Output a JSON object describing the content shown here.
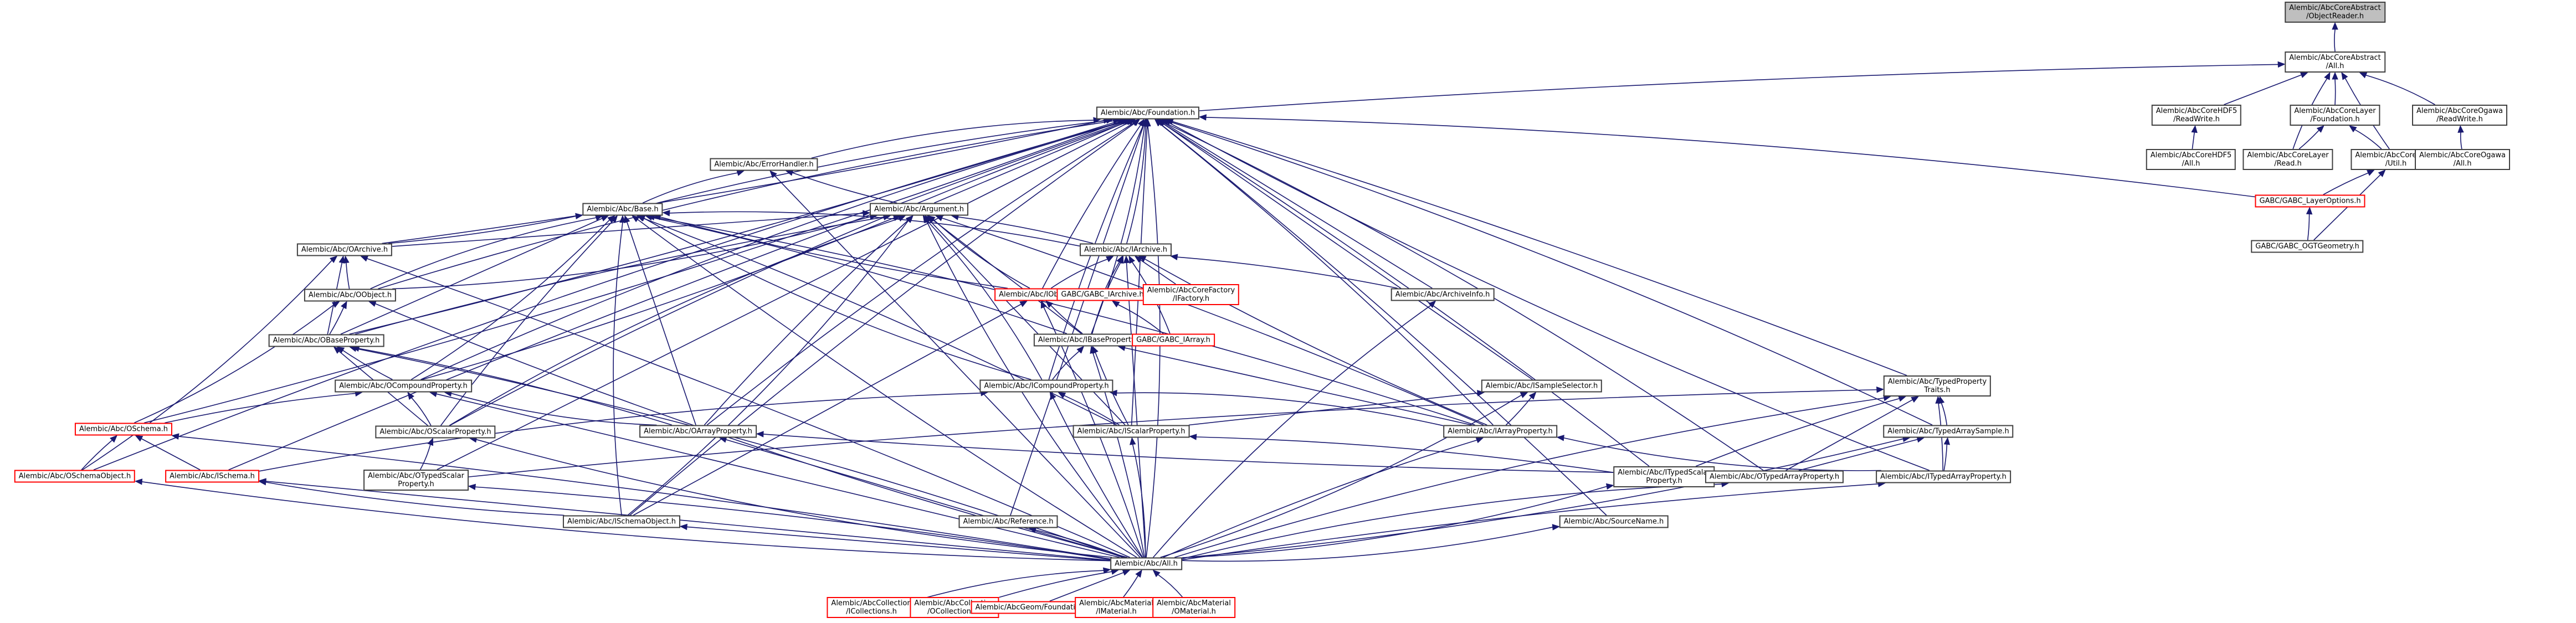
{
  "diagram": {
    "type": "include-dependency-graph",
    "root": "object_reader",
    "colors": {
      "edge": "#191970",
      "node_border": "#404040",
      "red_border": "#ff0000",
      "root_fill": "#bfbfbf"
    },
    "nodes": [
      {
        "id": "object_reader",
        "label": "Alembic/AbcCoreAbstract\n/ObjectReader.h",
        "style": "root"
      },
      {
        "id": "core_abstract_all",
        "label": "Alembic/AbcCoreAbstract\n/All.h",
        "style": "normal"
      },
      {
        "id": "abc_foundation",
        "label": "Alembic/Abc/Foundation.h",
        "style": "normal"
      },
      {
        "id": "hdf5_readwrite",
        "label": "Alembic/AbcCoreHDF5\n/ReadWrite.h",
        "style": "normal"
      },
      {
        "id": "layer_foundation",
        "label": "Alembic/AbcCoreLayer\n/Foundation.h",
        "style": "normal"
      },
      {
        "id": "ogawa_readwrite",
        "label": "Alembic/AbcCoreOgawa\n/ReadWrite.h",
        "style": "normal"
      },
      {
        "id": "hdf5_all",
        "label": "Alembic/AbcCoreHDF5\n/All.h",
        "style": "normal"
      },
      {
        "id": "layer_read",
        "label": "Alembic/AbcCoreLayer\n/Read.h",
        "style": "normal"
      },
      {
        "id": "layer_util",
        "label": "Alembic/AbcCoreLayer\n/Util.h",
        "style": "normal"
      },
      {
        "id": "ogawa_all",
        "label": "Alembic/AbcCoreOgawa\n/All.h",
        "style": "normal"
      },
      {
        "id": "gabc_layeroptions",
        "label": "GABC/GABC_LayerOptions.h",
        "style": "red"
      },
      {
        "id": "gabc_ogtgeometry",
        "label": "GABC/GABC_OGTGeometry.h",
        "style": "normal"
      },
      {
        "id": "error_handler",
        "label": "Alembic/Abc/ErrorHandler.h",
        "style": "normal"
      },
      {
        "id": "base",
        "label": "Alembic/Abc/Base.h",
        "style": "normal"
      },
      {
        "id": "argument",
        "label": "Alembic/Abc/Argument.h",
        "style": "normal"
      },
      {
        "id": "oarchive",
        "label": "Alembic/Abc/OArchive.h",
        "style": "normal"
      },
      {
        "id": "iarchive",
        "label": "Alembic/Abc/IArchive.h",
        "style": "normal"
      },
      {
        "id": "oobject",
        "label": "Alembic/Abc/OObject.h",
        "style": "normal"
      },
      {
        "id": "iobject",
        "label": "Alembic/Abc/IObject.h",
        "style": "red"
      },
      {
        "id": "gabc_iarchive",
        "label": "GABC/GABC_IArchive.h",
        "style": "red"
      },
      {
        "id": "ifactory",
        "label": "Alembic/AbcCoreFactory\n/IFactory.h",
        "style": "red"
      },
      {
        "id": "archive_info",
        "label": "Alembic/Abc/ArchiveInfo.h",
        "style": "normal"
      },
      {
        "id": "obase_property",
        "label": "Alembic/Abc/OBaseProperty.h",
        "style": "normal"
      },
      {
        "id": "ibase_property",
        "label": "Alembic/Abc/IBaseProperty.h",
        "style": "normal"
      },
      {
        "id": "gabc_iarray",
        "label": "GABC/GABC_IArray.h",
        "style": "red"
      },
      {
        "id": "ocompound_property",
        "label": "Alembic/Abc/OCompoundProperty.h",
        "style": "normal"
      },
      {
        "id": "icompound_property",
        "label": "Alembic/Abc/ICompoundProperty.h",
        "style": "normal"
      },
      {
        "id": "isample_selector",
        "label": "Alembic/Abc/ISampleSelector.h",
        "style": "normal"
      },
      {
        "id": "typed_property_traits",
        "label": "Alembic/Abc/TypedProperty\nTraits.h",
        "style": "normal"
      },
      {
        "id": "oschema",
        "label": "Alembic/Abc/OSchema.h",
        "style": "red"
      },
      {
        "id": "oscalar_property",
        "label": "Alembic/Abc/OScalarProperty.h",
        "style": "normal"
      },
      {
        "id": "oarray_property",
        "label": "Alembic/Abc/OArrayProperty.h",
        "style": "normal"
      },
      {
        "id": "iscalar_property",
        "label": "Alembic/Abc/IScalarProperty.h",
        "style": "normal"
      },
      {
        "id": "iarray_property",
        "label": "Alembic/Abc/IArrayProperty.h",
        "style": "normal"
      },
      {
        "id": "typed_array_sample",
        "label": "Alembic/Abc/TypedArraySample.h",
        "style": "normal"
      },
      {
        "id": "oschema_object",
        "label": "Alembic/Abc/OSchemaObject.h",
        "style": "red"
      },
      {
        "id": "ischema",
        "label": "Alembic/Abc/ISchema.h",
        "style": "red"
      },
      {
        "id": "otyped_scalar_property",
        "label": "Alembic/Abc/OTypedScalar\nProperty.h",
        "style": "normal"
      },
      {
        "id": "ityped_scalar_property",
        "label": "Alembic/Abc/ITypedScalar\nProperty.h",
        "style": "normal"
      },
      {
        "id": "otyped_array_property",
        "label": "Alembic/Abc/OTypedArrayProperty.h",
        "style": "normal"
      },
      {
        "id": "ityped_array_property",
        "label": "Alembic/Abc/ITypedArrayProperty.h",
        "style": "normal"
      },
      {
        "id": "ischema_object",
        "label": "Alembic/Abc/ISchemaObject.h",
        "style": "normal"
      },
      {
        "id": "reference",
        "label": "Alembic/Abc/Reference.h",
        "style": "normal"
      },
      {
        "id": "source_name",
        "label": "Alembic/Abc/SourceName.h",
        "style": "normal"
      },
      {
        "id": "abc_all",
        "label": "Alembic/Abc/All.h",
        "style": "normal"
      },
      {
        "id": "icollections",
        "label": "Alembic/AbcCollection\n/ICollections.h",
        "style": "red"
      },
      {
        "id": "ocollections",
        "label": "Alembic/AbcCollection\n/OCollections.h",
        "style": "red"
      },
      {
        "id": "geom_foundation",
        "label": "Alembic/AbcGeom/Foundation.h",
        "style": "red"
      },
      {
        "id": "imaterial",
        "label": "Alembic/AbcMaterial\n/IMaterial.h",
        "style": "red"
      },
      {
        "id": "omaterial",
        "label": "Alembic/AbcMaterial\n/OMaterial.h",
        "style": "red"
      }
    ],
    "edges": [
      [
        "core_abstract_all",
        "object_reader"
      ],
      [
        "abc_foundation",
        "core_abstract_all"
      ],
      [
        "hdf5_readwrite",
        "core_abstract_all"
      ],
      [
        "layer_foundation",
        "core_abstract_all"
      ],
      [
        "ogawa_readwrite",
        "core_abstract_all"
      ],
      [
        "layer_read",
        "core_abstract_all"
      ],
      [
        "layer_util",
        "core_abstract_all"
      ],
      [
        "hdf5_all",
        "hdf5_readwrite"
      ],
      [
        "layer_read",
        "layer_foundation"
      ],
      [
        "layer_util",
        "layer_foundation"
      ],
      [
        "ogawa_all",
        "ogawa_readwrite"
      ],
      [
        "gabc_layeroptions",
        "layer_util"
      ],
      [
        "gabc_ogtgeometry",
        "layer_util"
      ],
      [
        "gabc_ogtgeometry",
        "gabc_layeroptions"
      ],
      [
        "gabc_layeroptions",
        "abc_foundation"
      ],
      [
        "error_handler",
        "abc_foundation"
      ],
      [
        "base",
        "abc_foundation"
      ],
      [
        "argument",
        "abc_foundation"
      ],
      [
        "oarchive",
        "abc_foundation"
      ],
      [
        "iarchive",
        "abc_foundation"
      ],
      [
        "oobject",
        "abc_foundation"
      ],
      [
        "iobject",
        "abc_foundation"
      ],
      [
        "archive_info",
        "abc_foundation"
      ],
      [
        "obase_property",
        "abc_foundation"
      ],
      [
        "ibase_property",
        "abc_foundation"
      ],
      [
        "ocompound_property",
        "abc_foundation"
      ],
      [
        "icompound_property",
        "abc_foundation"
      ],
      [
        "isample_selector",
        "abc_foundation"
      ],
      [
        "typed_property_traits",
        "abc_foundation"
      ],
      [
        "oschema",
        "abc_foundation"
      ],
      [
        "oscalar_property",
        "abc_foundation"
      ],
      [
        "oarray_property",
        "abc_foundation"
      ],
      [
        "iscalar_property",
        "abc_foundation"
      ],
      [
        "iarray_property",
        "abc_foundation"
      ],
      [
        "typed_array_sample",
        "abc_foundation"
      ],
      [
        "oschema_object",
        "abc_foundation"
      ],
      [
        "ischema",
        "abc_foundation"
      ],
      [
        "otyped_scalar_property",
        "abc_foundation"
      ],
      [
        "ityped_scalar_property",
        "abc_foundation"
      ],
      [
        "otyped_array_property",
        "abc_foundation"
      ],
      [
        "ityped_array_property",
        "abc_foundation"
      ],
      [
        "ischema_object",
        "abc_foundation"
      ],
      [
        "reference",
        "abc_foundation"
      ],
      [
        "source_name",
        "abc_foundation"
      ],
      [
        "abc_all",
        "abc_foundation"
      ],
      [
        "base",
        "error_handler"
      ],
      [
        "argument",
        "error_handler"
      ],
      [
        "abc_all",
        "error_handler"
      ],
      [
        "oarchive",
        "base"
      ],
      [
        "iarchive",
        "base"
      ],
      [
        "oobject",
        "base"
      ],
      [
        "iobject",
        "base"
      ],
      [
        "obase_property",
        "base"
      ],
      [
        "ibase_property",
        "base"
      ],
      [
        "ocompound_property",
        "base"
      ],
      [
        "icompound_property",
        "base"
      ],
      [
        "oscalar_property",
        "base"
      ],
      [
        "oarray_property",
        "base"
      ],
      [
        "iscalar_property",
        "base"
      ],
      [
        "iarray_property",
        "base"
      ],
      [
        "ischema_object",
        "base"
      ],
      [
        "abc_all",
        "base"
      ],
      [
        "oarchive",
        "argument"
      ],
      [
        "iarchive",
        "argument"
      ],
      [
        "oobject",
        "argument"
      ],
      [
        "iobject",
        "argument"
      ],
      [
        "obase_property",
        "argument"
      ],
      [
        "ibase_property",
        "argument"
      ],
      [
        "ocompound_property",
        "argument"
      ],
      [
        "icompound_property",
        "argument"
      ],
      [
        "oscalar_property",
        "argument"
      ],
      [
        "oarray_property",
        "argument"
      ],
      [
        "iscalar_property",
        "argument"
      ],
      [
        "iarray_property",
        "argument"
      ],
      [
        "ischema_object",
        "argument"
      ],
      [
        "abc_all",
        "argument"
      ],
      [
        "oobject",
        "oarchive"
      ],
      [
        "obase_property",
        "oarchive"
      ],
      [
        "abc_all",
        "oarchive"
      ],
      [
        "oschema_object",
        "oarchive"
      ],
      [
        "iobject",
        "iarchive"
      ],
      [
        "gabc_iarchive",
        "iarchive"
      ],
      [
        "ifactory",
        "iarchive"
      ],
      [
        "archive_info",
        "iarchive"
      ],
      [
        "gabc_iarray",
        "iarchive"
      ],
      [
        "ibase_property",
        "iarchive"
      ],
      [
        "iarray_property",
        "iarchive"
      ],
      [
        "abc_all",
        "iarchive"
      ],
      [
        "obase_property",
        "oobject"
      ],
      [
        "oschema",
        "oobject"
      ],
      [
        "abc_all",
        "oobject"
      ],
      [
        "ibase_property",
        "iobject"
      ],
      [
        "ischema_object",
        "iobject"
      ],
      [
        "abc_all",
        "iobject"
      ],
      [
        "gabc_iarray",
        "gabc_iarchive"
      ],
      [
        "abc_all",
        "archive_info"
      ],
      [
        "ocompound_property",
        "obase_property"
      ],
      [
        "oscalar_property",
        "obase_property"
      ],
      [
        "oarray_property",
        "obase_property"
      ],
      [
        "abc_all",
        "obase_property"
      ],
      [
        "icompound_property",
        "ibase_property"
      ],
      [
        "iscalar_property",
        "ibase_property"
      ],
      [
        "iarray_property",
        "ibase_property"
      ],
      [
        "abc_all",
        "ibase_property"
      ],
      [
        "oscalar_property",
        "ocompound_property"
      ],
      [
        "oarray_property",
        "ocompound_property"
      ],
      [
        "oschema",
        "ocompound_property"
      ],
      [
        "abc_all",
        "ocompound_property"
      ],
      [
        "iscalar_property",
        "icompound_property"
      ],
      [
        "iarray_property",
        "icompound_property"
      ],
      [
        "ischema",
        "icompound_property"
      ],
      [
        "abc_all",
        "icompound_property"
      ],
      [
        "iscalar_property",
        "isample_selector"
      ],
      [
        "iarray_property",
        "isample_selector"
      ],
      [
        "abc_all",
        "isample_selector"
      ],
      [
        "otyped_scalar_property",
        "typed_property_traits"
      ],
      [
        "ityped_scalar_property",
        "typed_property_traits"
      ],
      [
        "otyped_array_property",
        "typed_property_traits"
      ],
      [
        "ityped_array_property",
        "typed_property_traits"
      ],
      [
        "typed_array_sample",
        "typed_property_traits"
      ],
      [
        "abc_all",
        "typed_property_traits"
      ],
      [
        "oschema_object",
        "oschema"
      ],
      [
        "ischema",
        "oschema"
      ],
      [
        "abc_all",
        "oschema"
      ],
      [
        "otyped_scalar_property",
        "oscalar_property"
      ],
      [
        "abc_all",
        "oscalar_property"
      ],
      [
        "otyped_array_property",
        "oarray_property"
      ],
      [
        "abc_all",
        "oarray_property"
      ],
      [
        "ityped_scalar_property",
        "iscalar_property"
      ],
      [
        "abc_all",
        "iscalar_property"
      ],
      [
        "ityped_array_property",
        "iarray_property"
      ],
      [
        "abc_all",
        "iarray_property"
      ],
      [
        "otyped_array_property",
        "typed_array_sample"
      ],
      [
        "ityped_array_property",
        "typed_array_sample"
      ],
      [
        "abc_all",
        "typed_array_sample"
      ],
      [
        "abc_all",
        "oschema_object"
      ],
      [
        "ischema_object",
        "ischema"
      ],
      [
        "abc_all",
        "ischema"
      ],
      [
        "abc_all",
        "otyped_scalar_property"
      ],
      [
        "abc_all",
        "ityped_scalar_property"
      ],
      [
        "abc_all",
        "otyped_array_property"
      ],
      [
        "abc_all",
        "ityped_array_property"
      ],
      [
        "abc_all",
        "ischema_object"
      ],
      [
        "abc_all",
        "reference"
      ],
      [
        "abc_all",
        "source_name"
      ],
      [
        "icollections",
        "abc_all"
      ],
      [
        "ocollections",
        "abc_all"
      ],
      [
        "geom_foundation",
        "abc_all"
      ],
      [
        "imaterial",
        "abc_all"
      ],
      [
        "omaterial",
        "abc_all"
      ]
    ]
  }
}
